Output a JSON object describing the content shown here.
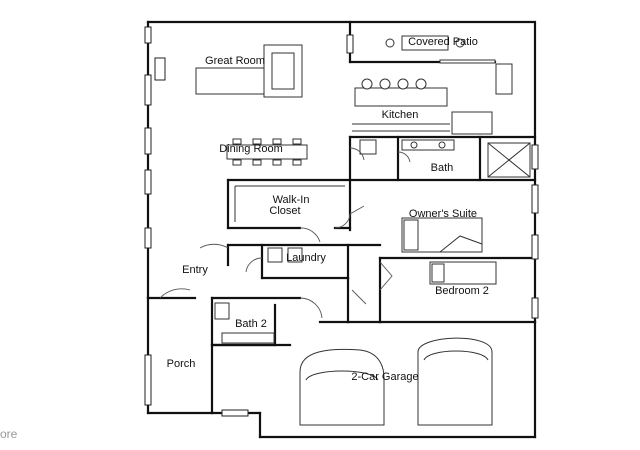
{
  "rooms": {
    "covered_patio": "Covered Patio",
    "great_room": "Great Room",
    "kitchen": "Kitchen",
    "dining_room": "Dining Room",
    "bath": "Bath",
    "walk_in_line1": "Walk-In",
    "walk_in_line2": "Closet",
    "owners_suite": "Owner's Suite",
    "entry": "Entry",
    "laundry": "Laundry",
    "bedroom_2": "Bedroom 2",
    "bath_2": "Bath 2",
    "porch": "Porch",
    "garage": "2-Car Garage"
  },
  "brand_fragment": "ore"
}
